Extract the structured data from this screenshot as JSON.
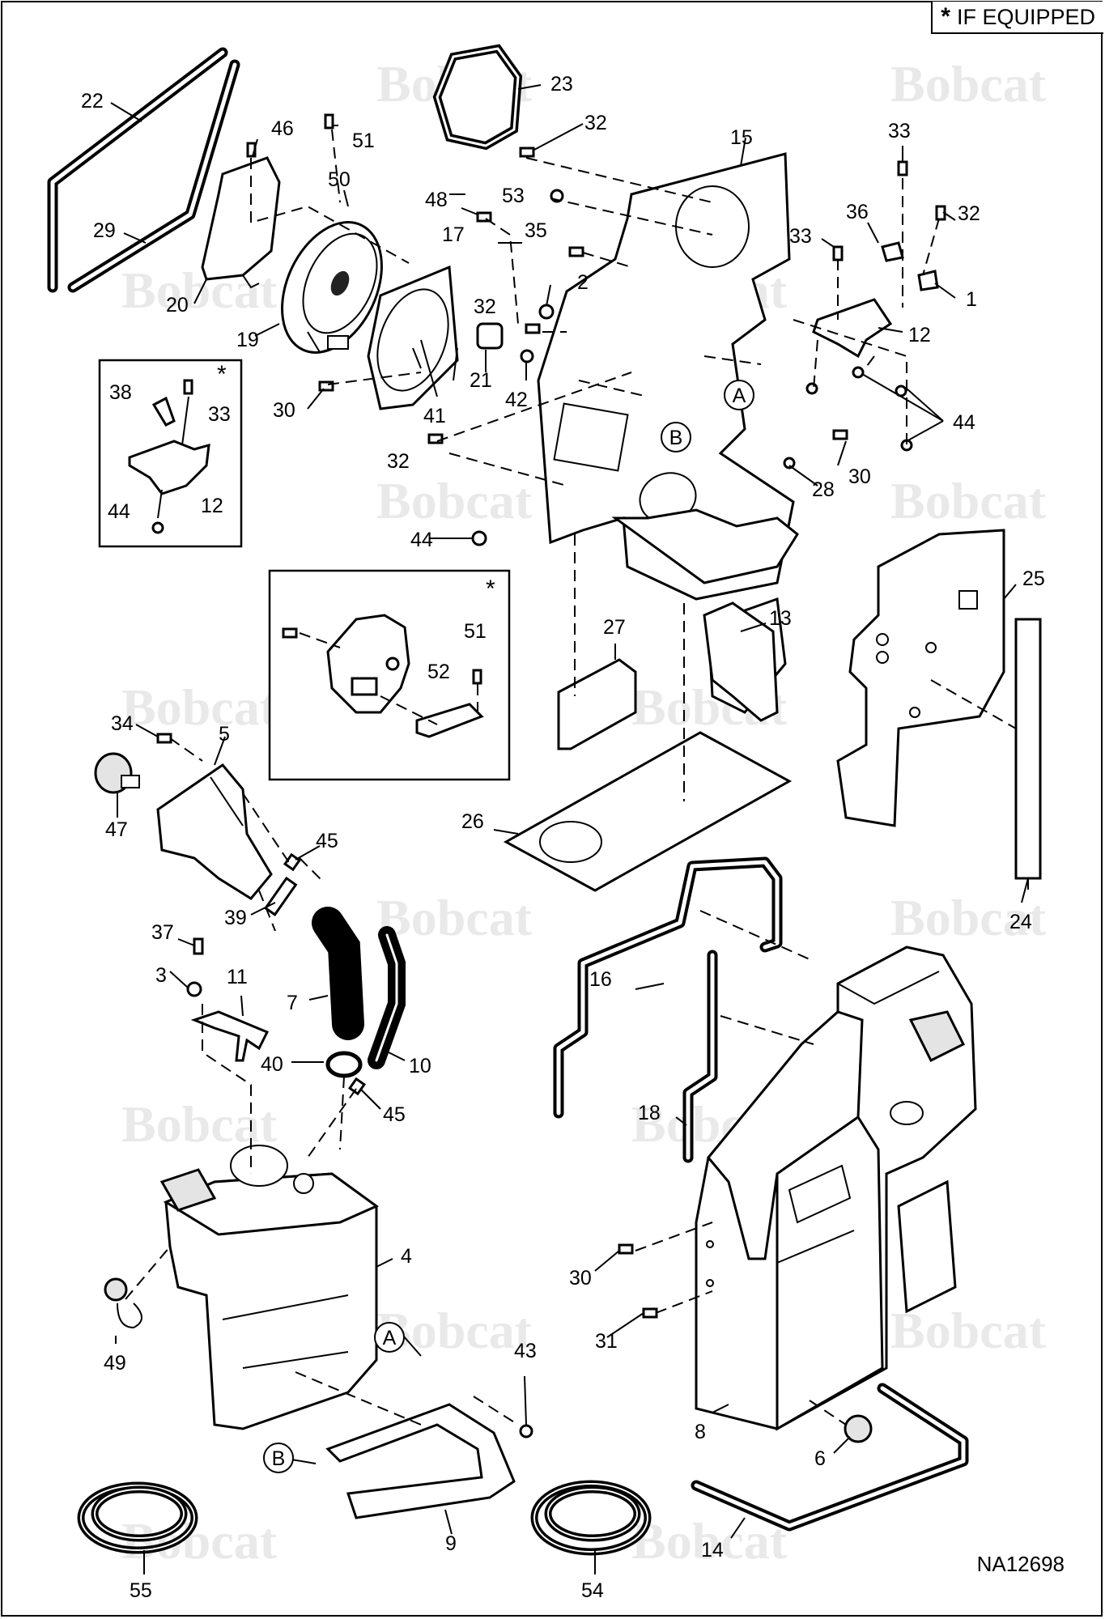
{
  "legend": {
    "symbol": "*",
    "text": "IF EQUIPPED"
  },
  "drawing_number": "NA12698",
  "watermark": "Bobcat",
  "callouts": [
    "1",
    "2",
    "3",
    "4",
    "5",
    "6",
    "7",
    "8",
    "9",
    "10",
    "11",
    "12",
    "13",
    "14",
    "15",
    "16",
    "17",
    "18",
    "19",
    "20",
    "21",
    "22",
    "23",
    "24",
    "25",
    "26",
    "27",
    "28",
    "29",
    "30",
    "31",
    "32",
    "33",
    "34",
    "35",
    "36",
    "37",
    "38",
    "39",
    "40",
    "41",
    "42",
    "43",
    "44",
    "45",
    "46",
    "47",
    "48",
    "49",
    "50",
    "51",
    "52",
    "53",
    "54",
    "55"
  ],
  "reference_letters": [
    "A",
    "B"
  ],
  "insets": [
    {
      "name": "inset-bracket",
      "marker": "*",
      "labels": [
        "38",
        "33",
        "12",
        "44"
      ]
    },
    {
      "name": "inset-panel",
      "marker": "*",
      "labels": [
        "51",
        "52"
      ]
    }
  ]
}
